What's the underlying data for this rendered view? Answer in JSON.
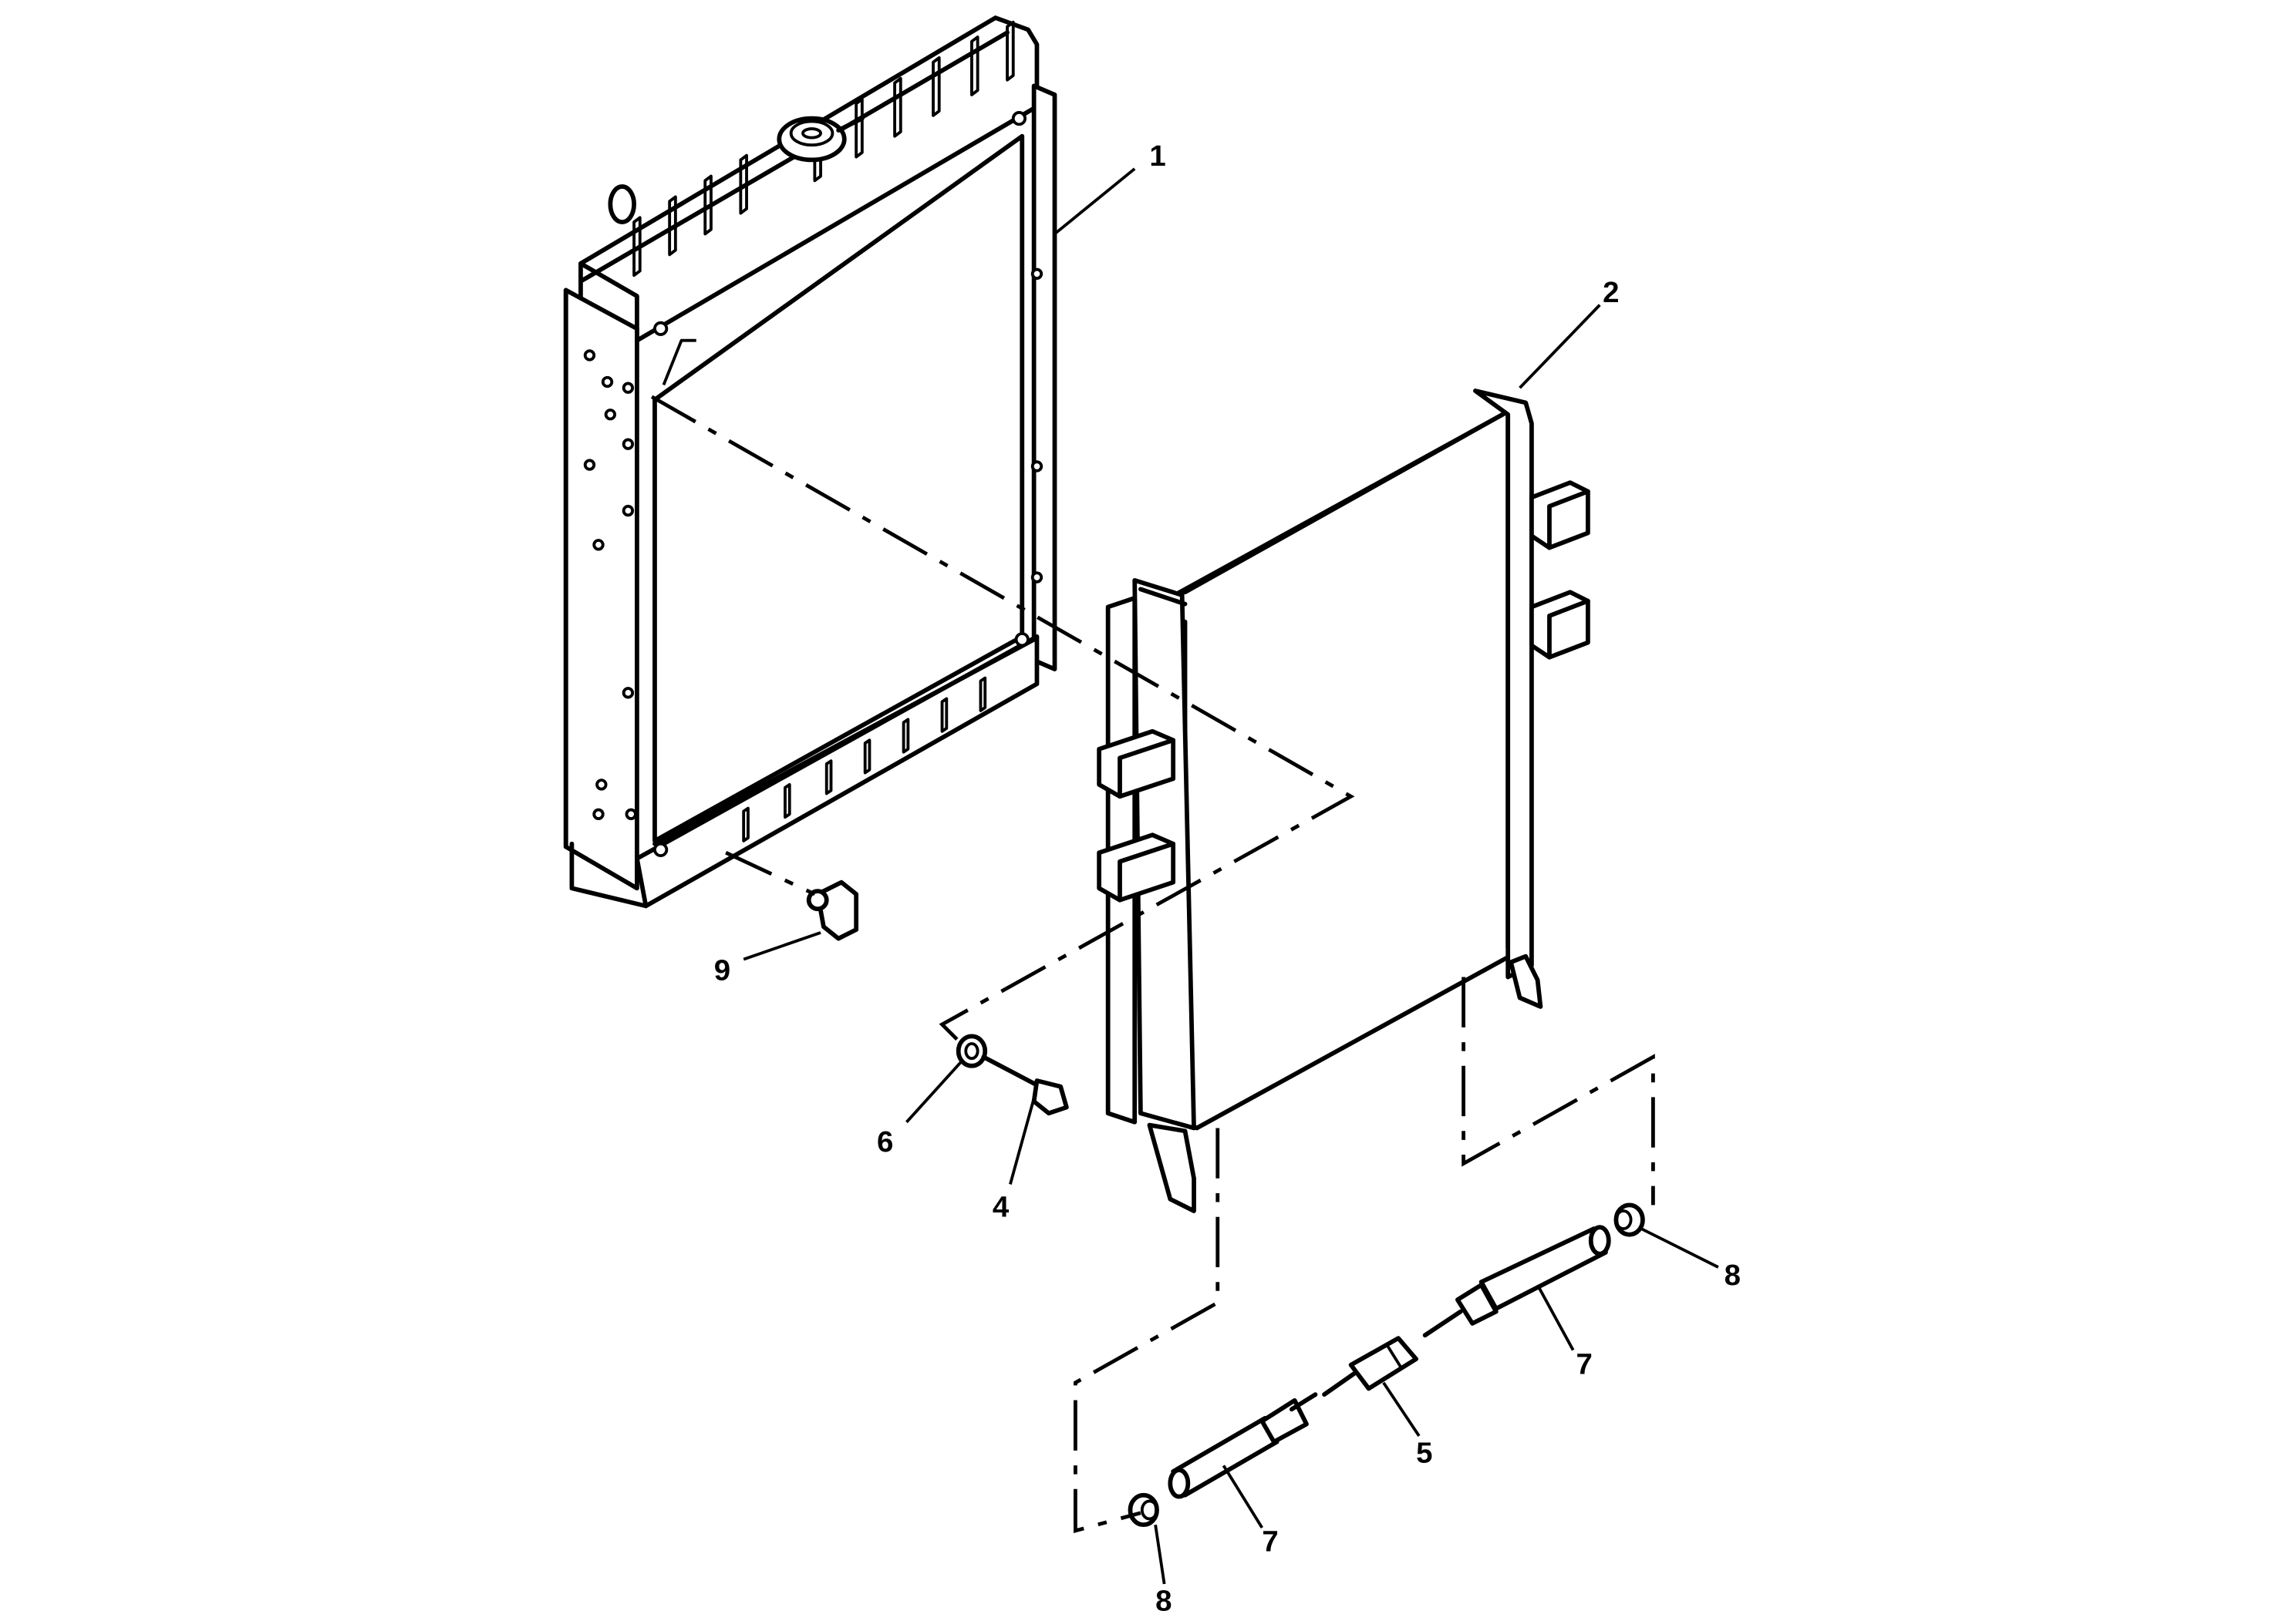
{
  "callouts": [
    {
      "id": "1",
      "label": "1"
    },
    {
      "id": "2",
      "label": "2"
    },
    {
      "id": "4",
      "label": "4"
    },
    {
      "id": "5",
      "label": "5"
    },
    {
      "id": "6",
      "label": "6"
    },
    {
      "id": "7a",
      "label": "7"
    },
    {
      "id": "7b",
      "label": "7"
    },
    {
      "id": "8a",
      "label": "8"
    },
    {
      "id": "8b",
      "label": "8"
    },
    {
      "id": "9",
      "label": "9"
    }
  ]
}
